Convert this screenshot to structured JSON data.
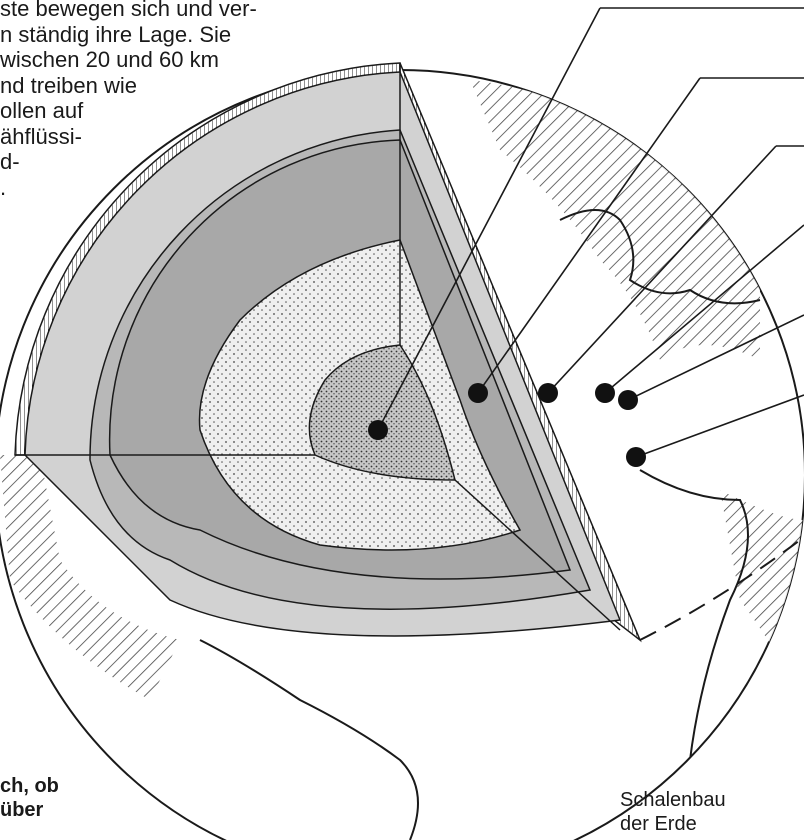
{
  "text_block": {
    "lines": [
      "ste bewegen sich und ver-",
      "n ständig ihre Lage. Sie",
      "wischen 20 und 60 km",
      "nd treiben wie",
      "ollen auf",
      "ähflüssi-",
      "d-",
      "."
    ]
  },
  "bottom_text": {
    "line1": "ch, ob",
    "line2": "über"
  },
  "caption": {
    "line1": "Schalenbau",
    "line2": "der Erde"
  },
  "colors": {
    "shell_light": "#d2d2d2",
    "shell_medium": "#b5b5b5",
    "shell_dark": "#a2a2a2",
    "outer_core": "#eeeeee",
    "inner_core": "#bfbfbf",
    "line": "#1a1a1a"
  }
}
